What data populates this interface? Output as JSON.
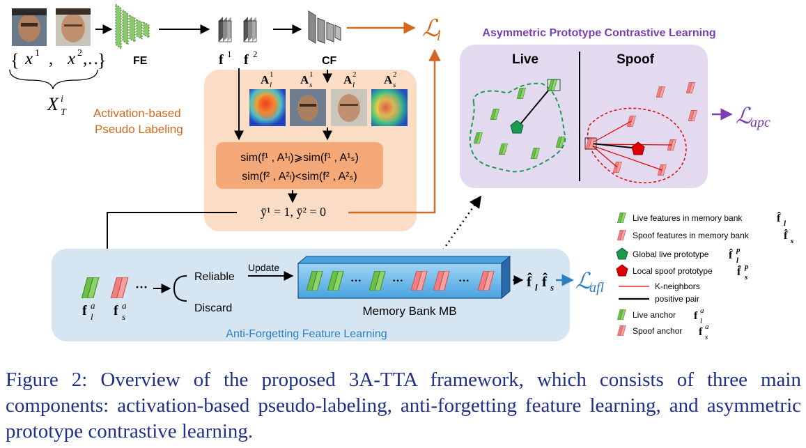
{
  "inputs": {
    "set_open": "{",
    "x1": "x",
    "x1_sup": "1",
    "comma": ",",
    "x2": "x",
    "x2_sup": "2",
    "ellipsis": ",…",
    "set_close": "}",
    "X": "X",
    "X_sup": "i",
    "X_sub": "T"
  },
  "modules": {
    "fe": "FE",
    "cf": "CF"
  },
  "features": {
    "f1": "f",
    "f1_sup": "1",
    "f2": "f",
    "f2_sup": "2"
  },
  "losses": {
    "l": {
      "symbol": "ℒ",
      "sub": "l"
    },
    "apc": {
      "symbol": "ℒ",
      "sub": "apc"
    },
    "afl": {
      "symbol": "ℒ",
      "sub": "afl"
    }
  },
  "pseudo": {
    "title_line1": "Activation-based",
    "title_line2": "Pseudo Labeling",
    "maps": [
      {
        "base": "A",
        "sup": "1",
        "sub": "l"
      },
      {
        "base": "A",
        "sup": "1",
        "sub": "s"
      },
      {
        "base": "A",
        "sup": "2",
        "sub": "l"
      },
      {
        "base": "A",
        "sup": "2",
        "sub": "s"
      }
    ],
    "rule1": "sim(f¹ , A¹ₗ)⩾sim(f¹ , A¹ₛ)",
    "rule2": "sim(f² , A²ₗ)<sim(f² , A²ₛ)",
    "labels": "ȳ¹ = 1, ȳ² = 0"
  },
  "asym": {
    "title": "Asymmetric Prototype Contrastive Learning",
    "live": "Live",
    "spoof": "Spoof"
  },
  "afl": {
    "title": "Anti-Forgetting Feature Learning",
    "reliable": "Reliable",
    "discard": "Discard",
    "update": "Update",
    "memory_bank": "Memory Bank  MB",
    "dots": "···",
    "mb_dots": "···",
    "anchor_live": "f",
    "anchor_live_sup": "a",
    "anchor_live_sub": "l",
    "anchor_spoof": "f",
    "anchor_spoof_sup": "a",
    "anchor_spoof_sub": "s",
    "output_l": "f̂",
    "output_l_sub": "l",
    "output_s": "f̂",
    "output_s_sub": "s"
  },
  "legend": [
    {
      "text": "Live features in memory bank",
      "math": "f̂",
      "sub": "l",
      "sup": ""
    },
    {
      "text": "Spoof features in memory bank",
      "math": "f̂",
      "sub": "s",
      "sup": ""
    },
    {
      "text": "Global live prototype",
      "math": "f̂",
      "sub": "l",
      "sup": "p"
    },
    {
      "text": "Local spoof prototype",
      "math": "f̂",
      "sub": "s",
      "sup": "p"
    },
    {
      "text": "K-neighbors",
      "math": "",
      "sub": "",
      "sup": ""
    },
    {
      "text": "positive pair",
      "math": "",
      "sub": "",
      "sup": ""
    },
    {
      "text": "Live anchor",
      "math": "f",
      "sub": "l",
      "sup": "a"
    },
    {
      "text": "Spoof anchor",
      "math": "f",
      "sub": "s",
      "sup": "a"
    }
  ],
  "caption": "Figure 2:  Overview of the proposed 3A-TTA framework, which consists of three main components: activation-based pseudo-labeling, anti-forgetting feature learning, and asymmetric prototype contrastive learning.",
  "colors": {
    "orange": "#d2691e",
    "purple": "#7b3fb0",
    "blue": "#2f7fc1",
    "live_green": "#6cc04a",
    "spoof_red": "#f08080",
    "proto_green": "#1a9a50",
    "proto_red": "#e00000"
  }
}
